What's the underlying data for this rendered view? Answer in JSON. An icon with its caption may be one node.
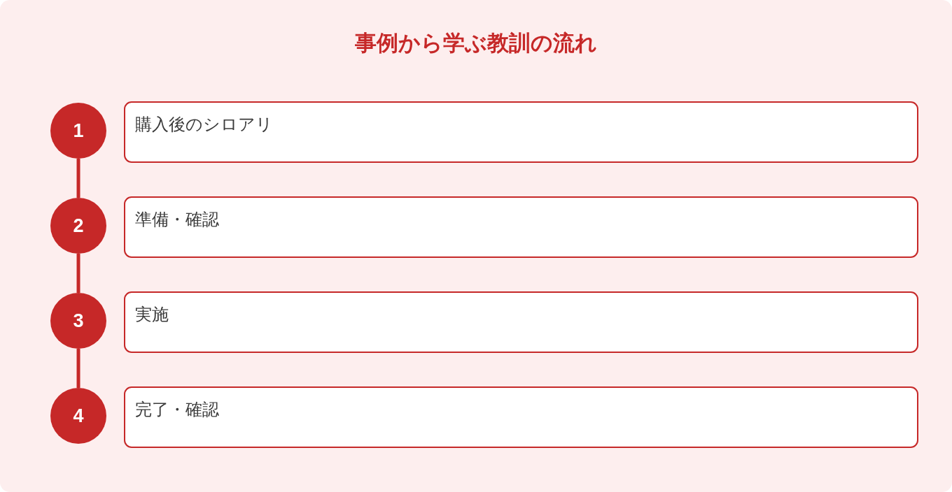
{
  "diagram": {
    "title": "事例から学ぶ教訓の流れ",
    "nodes": [
      {
        "text": [
          "1"
        ]
      },
      {
        "text": [
          "購入後のシロアリ"
        ]
      },
      {
        "text": [
          "2"
        ]
      },
      {
        "text": [
          "準備・確認"
        ]
      },
      {
        "text": [
          "3"
        ]
      },
      {
        "text": [
          "実施"
        ]
      },
      {
        "text": [
          "4"
        ]
      },
      {
        "text": [
          "完了・確認"
        ]
      }
    ],
    "edges": [
      {
        "from": 0,
        "to": 2,
        "arrow": "none"
      },
      {
        "from": 2,
        "to": 4,
        "arrow": "none"
      },
      {
        "from": 4,
        "to": 6,
        "arrow": "none"
      }
    ]
  }
}
